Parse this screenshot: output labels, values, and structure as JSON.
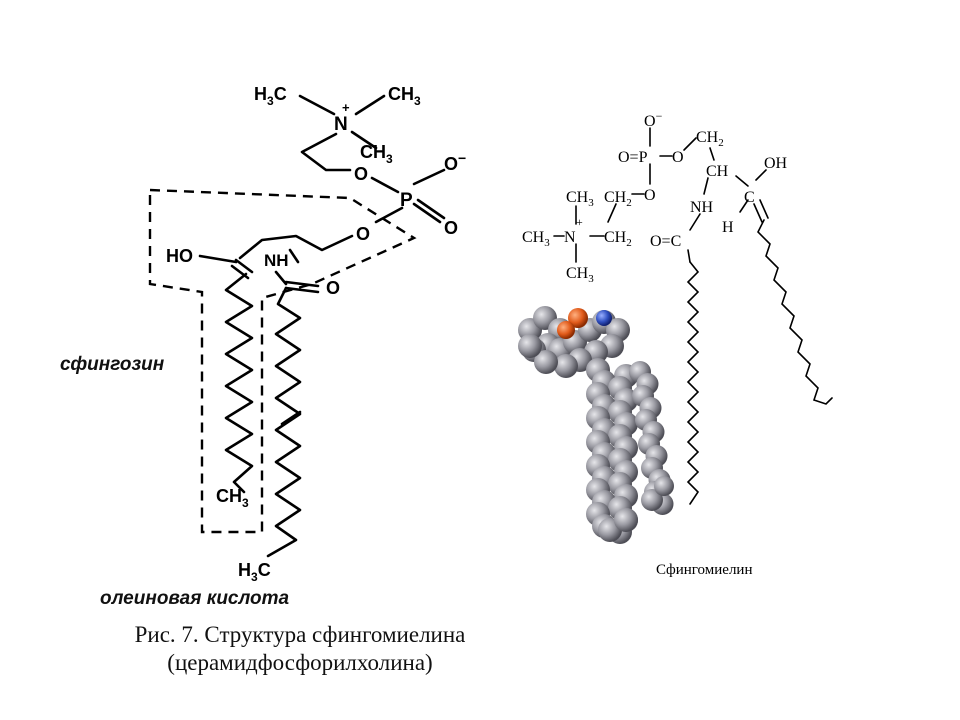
{
  "left_structure": {
    "h3c_top": "H",
    "h3c_top_sub": "3",
    "h3c_top_c": "C",
    "ch3_top_right": "CH",
    "ch3_top_right_sub": "3",
    "n_plus": "N",
    "plus": "+",
    "ch3_mid": "CH",
    "ch3_mid_sub": "3",
    "o_ester1": "O",
    "o_minus": "O",
    "minus": "−",
    "p": "P",
    "o_double": "O",
    "o_ester2": "O",
    "ho": "HO",
    "nh": "NH",
    "o_carbonyl": "O",
    "ch3_bottom": "CH",
    "ch3_bottom_sub": "3",
    "h3c_bottom": "H",
    "h3c_bottom_sub": "3",
    "h3c_bottom_c": "C",
    "label_sphingosine": "сфингозин",
    "label_oleic": "олеиновая кислота"
  },
  "right_structure": {
    "o_minus": "O",
    "minus": "−",
    "o_eq_p": "O=P",
    "o_right": "O",
    "ch2_top": "CH",
    "ch2_top_sub": "2",
    "o_lower": "O",
    "ch3_top": "CH",
    "ch3_top_sub": "3",
    "ch2_mid": "CH",
    "ch2_mid_sub": "2",
    "ch3_left": "CH",
    "ch3_left_sub": "3",
    "n_plus": "N",
    "plus": "+",
    "ch2_lower": "CH",
    "ch2_lower_sub": "2",
    "ch3_bottom": "CH",
    "ch3_bottom_sub": "3",
    "ch": "CH",
    "oh": "OH",
    "nh": "NH",
    "c_mid": "C",
    "h": "H",
    "o_eq_c": "O=C",
    "label": "Сфингомиелин"
  },
  "caption": {
    "line1": "Рис. 7. Структура сфингомиелина",
    "line2": "(церамидфосфорилхолина)"
  },
  "colors": {
    "ink": "#000000",
    "sphere_grey": "#8c8c94",
    "phosphate_orange": "#e05a1a",
    "nitrogen_blue": "#3050c0"
  }
}
